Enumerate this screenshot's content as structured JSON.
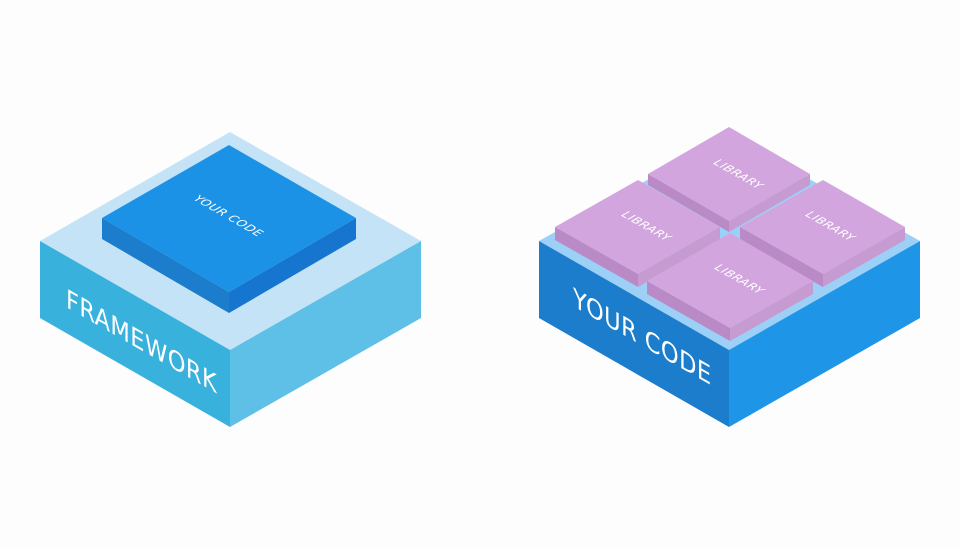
{
  "left_diagram": {
    "base_label": "FRAMEWORK",
    "inner_label": "YOUR CODE"
  },
  "right_diagram": {
    "base_label": "YOUR CODE",
    "tiles": [
      {
        "label": "LIBRARY"
      },
      {
        "label": "LIBRARY"
      },
      {
        "label": "LIBRARY"
      },
      {
        "label": "LIBRARY"
      }
    ]
  },
  "colors": {
    "background": "#fdfdfd",
    "framework_top": "#c5e3f7",
    "framework_left": "#39b1dd",
    "framework_right": "#5ec0e6",
    "code_top": "#1c92e7",
    "code_left": "#1b7dcb",
    "code_right": "#1675cf",
    "code_base_top": "#9cd0f6",
    "library_top": "#d3a5de",
    "library_left": "#b98ac6",
    "library_right": "#c69bd2"
  }
}
